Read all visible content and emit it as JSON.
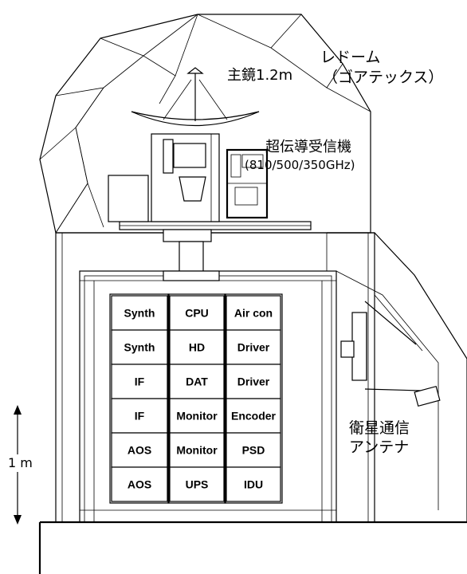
{
  "labels": {
    "radome_line1": "レドーム",
    "radome_line2": "（ゴアテックス）",
    "mirror": "主鏡1.2m",
    "receiver_line1": "超伝導受信機",
    "receiver_line2": "(810/500/350GHz)",
    "satellite_line1": "衛星通信",
    "satellite_line2": "アンテナ",
    "scale": "1 m"
  },
  "racks": {
    "left": [
      "Synth",
      "Synth",
      "IF",
      "IF",
      "AOS",
      "AOS"
    ],
    "middle": [
      "CPU",
      "HD",
      "DAT",
      "Monitor",
      "Monitor",
      "UPS"
    ],
    "right": [
      "Air con",
      "Driver",
      "Driver",
      "Encoder",
      "PSD",
      "IDU"
    ]
  }
}
